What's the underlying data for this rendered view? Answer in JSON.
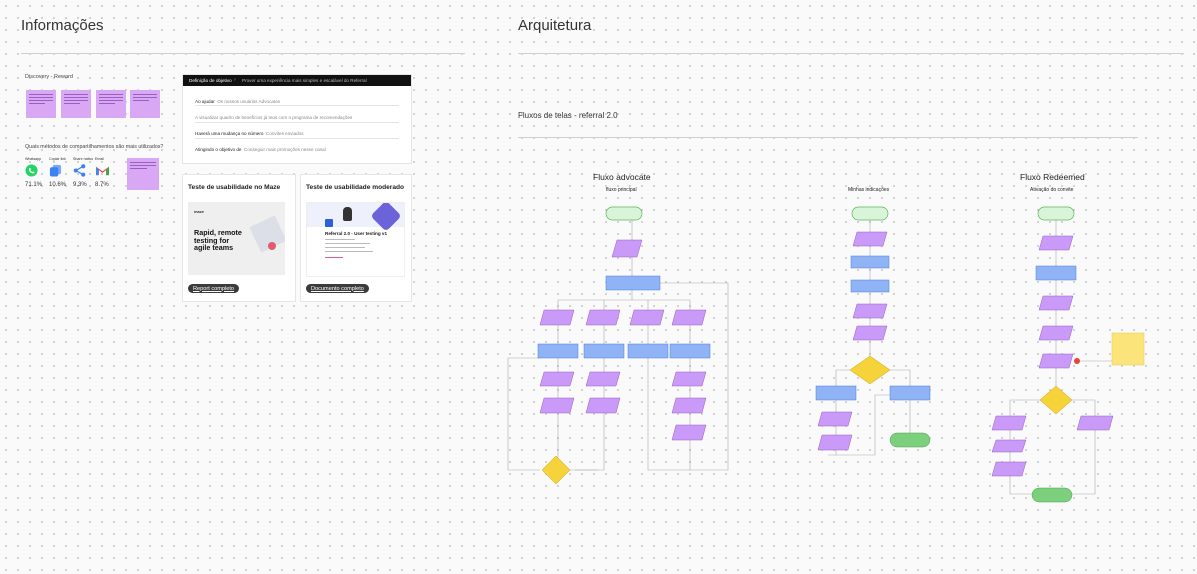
{
  "sections": {
    "informacoes": "Informações",
    "arquitetura": "Arquitetura"
  },
  "discovery": {
    "title": "Discovery - Reward",
    "question": "Quais métodos de compartilhamentos são mais utilizados?",
    "share_methods": [
      {
        "label": "Whatsapp",
        "value": "71.1%",
        "icon": "whatsapp-icon",
        "color": "#25d366"
      },
      {
        "label": "Copiar link",
        "value": "10.6%",
        "icon": "copy-icon",
        "color": "#3b82f6"
      },
      {
        "label": "Share nativo",
        "value": "9.3%",
        "icon": "share-icon",
        "color": "#3b82f6"
      },
      {
        "label": "Email",
        "value": "8.7%",
        "icon": "gmail-icon",
        "color": "#ea4335"
      }
    ]
  },
  "objective": {
    "header_label": "Definição de objetivo",
    "header_text": "Prover uma experiência mais simples e escalável do Referral",
    "rows": [
      {
        "label": "Ao ajudar",
        "value": "Os nossos usuários Advocates"
      },
      {
        "label": "",
        "value": "A visualizar quadro de benefícios já teus com o programa de recomendações"
      },
      {
        "label": "Haverá uma mudança no número",
        "value": "Convites enviados"
      },
      {
        "label": "Atingindo o objetivo de",
        "value": "Conseguir mais promoções nesse canal"
      }
    ]
  },
  "tests": [
    {
      "title": "Teste de usabilidade no Maze",
      "thumb_brand": "maze",
      "thumb_text": "Rapid, remote testing for agile teams",
      "button": "Report completo"
    },
    {
      "title": "Teste de usabilidade moderado",
      "thumb_text": "Referral 2.0 - User testing v1",
      "button": "Documento completo"
    }
  ],
  "flows": {
    "subtitle": "Fluxos de telas - referral 2.0",
    "advocate": {
      "title": "Fluxo advocate",
      "subtitle": "fluxo principal"
    },
    "indicacoes": {
      "subtitle": "Minhas indicações"
    },
    "redeemed": {
      "title": "Fluxo Redeemed",
      "subtitle": "Ativação do convite"
    }
  },
  "colors": {
    "process": "#8fb3f5",
    "io": "#c99af7",
    "decision": "#f6d33a",
    "end": "#7ccf7c",
    "sticky_purple": "#d9a8f5",
    "sticky_yellow": "#fbe47a"
  }
}
